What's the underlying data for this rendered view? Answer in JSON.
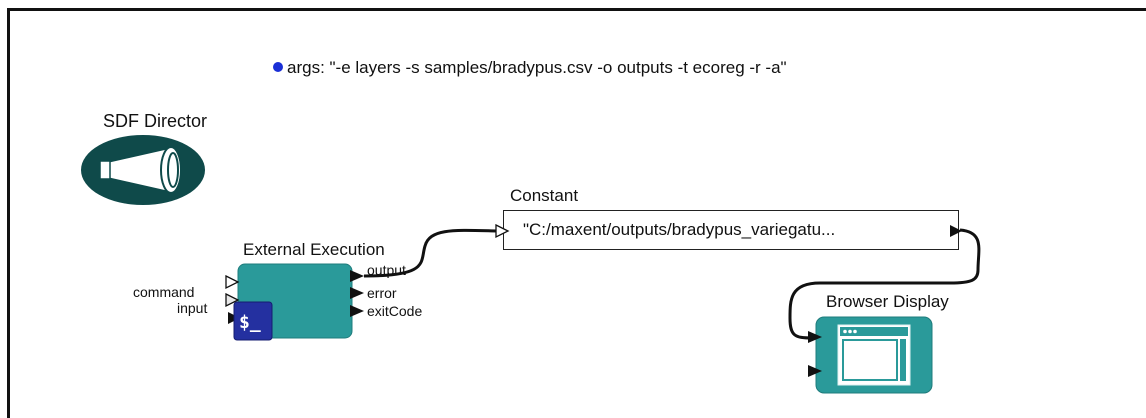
{
  "parameter": {
    "text": "args: \"-e layers -s samples/bradypus.csv -o outputs -t ecoreg -r -a\""
  },
  "director": {
    "label": "SDF Director",
    "icon": "megaphone-icon"
  },
  "external_execution": {
    "label": "External Execution",
    "input_ports": [
      "command",
      "input"
    ],
    "output_ports": [
      "output",
      "error",
      "exitCode"
    ],
    "icon": "terminal-icon",
    "icon_text": "$_",
    "color": "#2a9a9a"
  },
  "constant": {
    "label": "Constant",
    "value": "\"C:/maxent/outputs/bradypus_variegatu..."
  },
  "browser_display": {
    "label": "Browser Display",
    "icon": "browser-window-icon",
    "color": "#2a9a9a"
  },
  "colors": {
    "director": "#0f4a4a",
    "actor": "#2a9a9a",
    "terminal": "#2430a0",
    "param_dot": "#1a2fd6"
  }
}
